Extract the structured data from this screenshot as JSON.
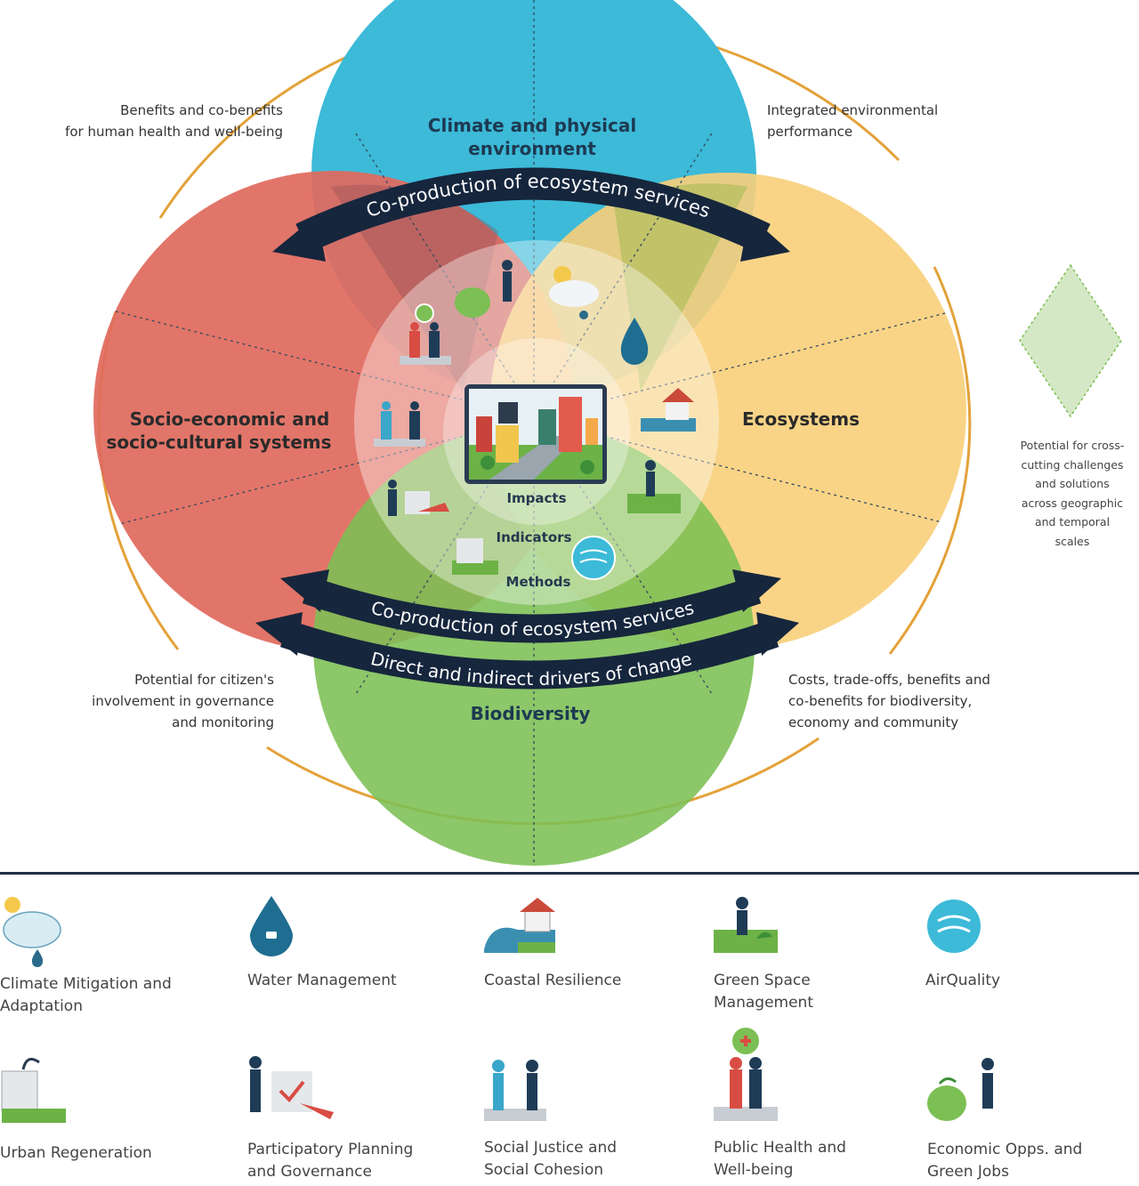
{
  "corners": {
    "top_left": "Benefits and co-benefits\nfor human health and well-being",
    "top_right": "Integrated environmental\nperformance",
    "bottom_left": "Potential for citizen's\ninvolvement in governance\nand monitoring",
    "bottom_right": "Costs, trade-offs, benefits and\nco-benefits for biodiversity,\neconomy and community"
  },
  "side_note": "Potential for cross-cutting challenges and solutions across geographic and temporal scales",
  "circles": {
    "climate": "Climate and physical",
    "climate_line2": "environment",
    "socio": "Socio-economic and",
    "socio_line2": "socio-cultural systems",
    "ecosystems": "Ecosystems",
    "biodiversity": "Biodiversity"
  },
  "arrows": {
    "top": "Co-production of ecosystem services",
    "bottom_1": "Co-production of ecosystem services",
    "bottom_2": "Direct and indirect drivers of change"
  },
  "center": {
    "impacts": "Impacts",
    "indicators": "Indicators",
    "methods": "Methods"
  },
  "legend": [
    {
      "icon": "climate-icon",
      "label": "Climate Mitigation and\nAdaptation"
    },
    {
      "icon": "water-drop-icon",
      "label": "Water Management"
    },
    {
      "icon": "coastal-house-icon",
      "label": "Coastal Resilience"
    },
    {
      "icon": "green-space-person-icon",
      "label": "Green Space\nManagement"
    },
    {
      "icon": "air-quality-icon",
      "label": "AirQuality"
    },
    {
      "icon": "urban-regeneration-icon",
      "label": "Urban Regeneration"
    },
    {
      "icon": "participatory-planning-icon",
      "label": "Participatory Planning\nand Governance"
    },
    {
      "icon": "social-justice-icon",
      "label": "Social Justice and\nSocial Cohesion"
    },
    {
      "icon": "public-health-icon",
      "label": "Public Health and\nWell-being"
    },
    {
      "icon": "economic-opps-icon",
      "label": "Economic Opps. and\nGreen Jobs"
    }
  ],
  "colors": {
    "climate": "#3cbad8",
    "socio": "#e06a5e",
    "ecosystems": "#f8cf7a",
    "biodiversity": "#7cbf54",
    "arrow": "#16263d",
    "orbit": "#e3a23a",
    "legend_rule": "#1e3048"
  }
}
